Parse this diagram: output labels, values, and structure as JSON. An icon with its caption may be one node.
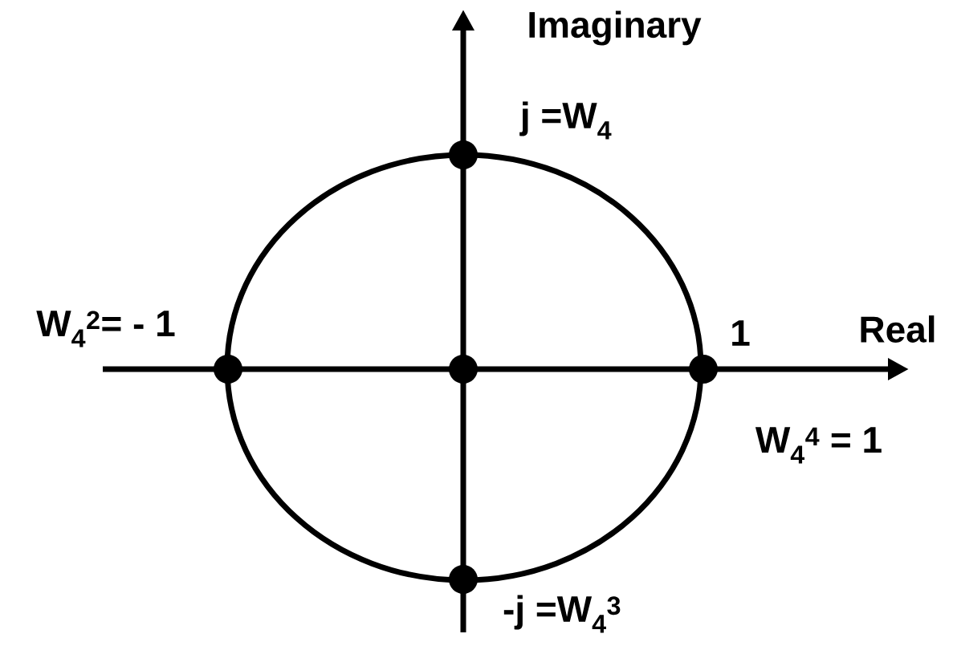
{
  "diagram": {
    "labels": [
      "Imaginary",
      "j =W$_{4}$",
      "W$_{4}$$^{2}$= - 1",
      "1",
      "Real",
      "W$_{4}$$^{4}$ = 1",
      "-j =W$_{4}$$^{3}$"
    ]
  }
}
